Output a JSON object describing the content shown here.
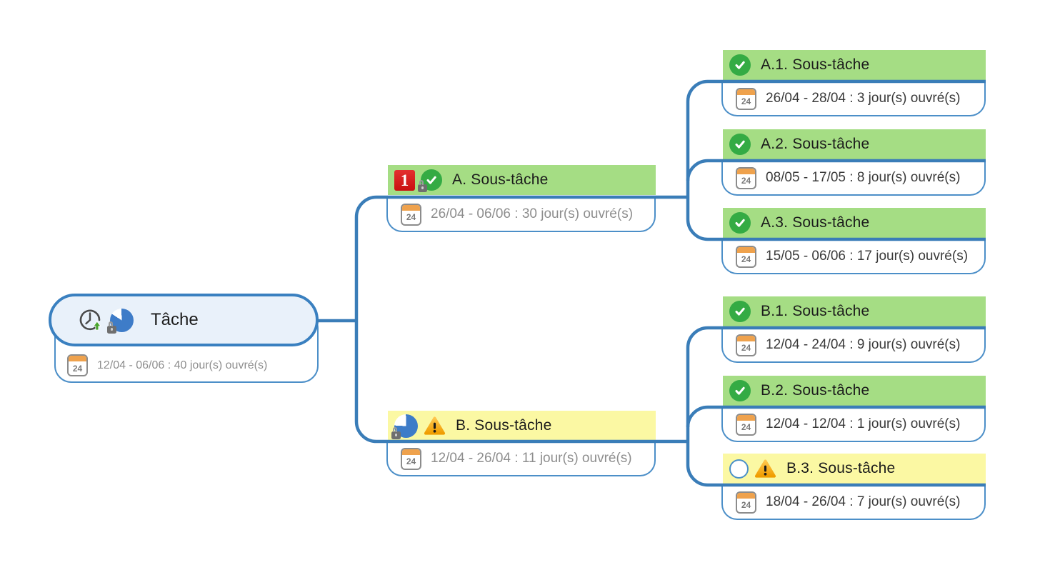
{
  "app_type": "mind-map-task-planner",
  "calendar_day": "24",
  "colors": {
    "edge_blue": "#3a7db8",
    "box_border_blue": "#4c8fc8",
    "green_fill": "#a5dd84",
    "yellow_fill": "#fbf8a3",
    "root_fill": "#e9f1fa",
    "root_border": "#3a80c0",
    "ok_green": "#34ab44",
    "priority_red": "#c90f0f",
    "pie_blue": "#3e7cc8",
    "warning_amber": "#f7a800",
    "calendar_orange": "#efa24d",
    "muted_detail_text": "#8e8e8e",
    "dark_detail_text": "#3a3a3a",
    "title_text": "#1c1c1c"
  },
  "nodes": {
    "root": {
      "title": "Tâche",
      "details": "12/04 - 06/06 : 40 jour(s) ouvré(s)",
      "icons": [
        "clock-up-icon",
        "progress-pie-locked-icon"
      ]
    },
    "a": {
      "title": "A. Sous-tâche",
      "details": "26/04 - 06/06 : 30 jour(s) ouvré(s)",
      "priority": "1",
      "icons": [
        "priority-1-icon",
        "ok-locked-icon"
      ]
    },
    "b": {
      "title": "B. Sous-tâche",
      "details": "12/04 - 26/04 : 11 jour(s) ouvré(s)",
      "icons": [
        "progress-pie-locked-icon",
        "warning-icon"
      ]
    },
    "a1": {
      "title": "A.1. Sous-tâche",
      "details": "26/04 - 28/04 : 3 jour(s) ouvré(s)",
      "icons": [
        "ok-icon"
      ]
    },
    "a2": {
      "title": "A.2. Sous-tâche",
      "details": "08/05 - 17/05 : 8 jour(s) ouvré(s)",
      "icons": [
        "ok-icon"
      ]
    },
    "a3": {
      "title": "A.3. Sous-tâche",
      "details": "15/05 - 06/06 : 17 jour(s) ouvré(s)",
      "icons": [
        "ok-icon"
      ]
    },
    "b1": {
      "title": "B.1. Sous-tâche",
      "details": "12/04 - 24/04 : 9 jour(s) ouvré(s)",
      "icons": [
        "ok-icon"
      ]
    },
    "b2": {
      "title": "B.2. Sous-tâche",
      "details": "12/04 - 12/04 : 1 jour(s) ouvré(s)",
      "icons": [
        "ok-icon"
      ]
    },
    "b3": {
      "title": "B.3. Sous-tâche",
      "details": "18/04 - 26/04 : 7 jour(s) ouvré(s)",
      "icons": [
        "not-started-icon",
        "warning-icon"
      ]
    }
  }
}
